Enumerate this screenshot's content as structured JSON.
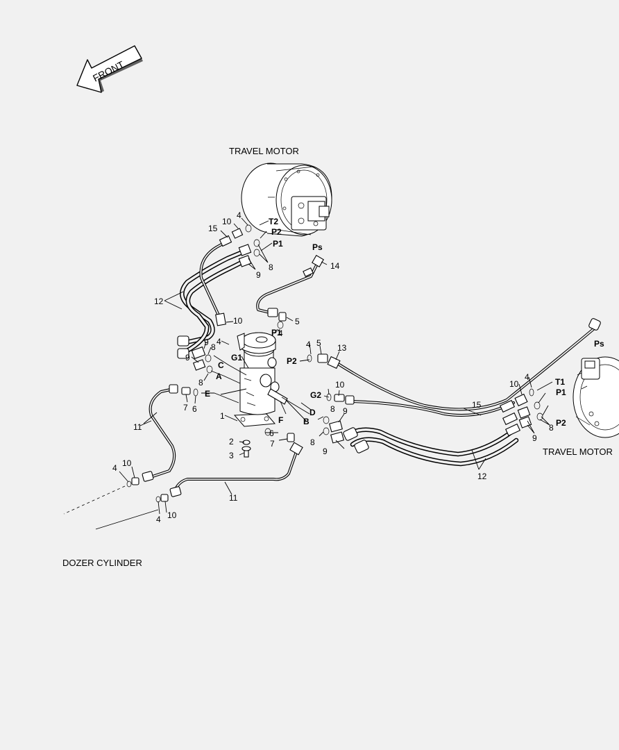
{
  "captions": {
    "front": "FRONT",
    "travel_motor_top": "TRAVEL MOTOR",
    "travel_motor_right": "TRAVEL MOTOR",
    "dozer_cylinder": "DOZER CYLINDER"
  },
  "ports": {
    "t2": "T2",
    "p2_top": "P2",
    "p1_top": "P1",
    "ps_top": "Ps",
    "p1_mid": "P1",
    "p2_mid": "P2",
    "g1": "G1",
    "g2": "G2",
    "a": "A",
    "b": "B",
    "c": "C",
    "d": "D",
    "e": "E",
    "f": "F",
    "ps_right": "Ps",
    "t1_right": "T1",
    "p1_right": "P1",
    "p2_right": "P2"
  },
  "callouts": [
    "4",
    "10",
    "15",
    "8",
    "9",
    "14",
    "12",
    "10",
    "5",
    "4",
    "9",
    "8",
    "4",
    "5",
    "13",
    "4",
    "10",
    "9",
    "8",
    "11",
    "7",
    "6",
    "1",
    "2",
    "3",
    "6",
    "7",
    "8",
    "9",
    "8",
    "9",
    "15",
    "10",
    "4",
    "8",
    "9",
    "12",
    "4",
    "10",
    "11",
    "4",
    "10"
  ],
  "colors": {
    "background": "#f1f1f1",
    "line": "#000000",
    "part_fill": "#ffffff"
  }
}
